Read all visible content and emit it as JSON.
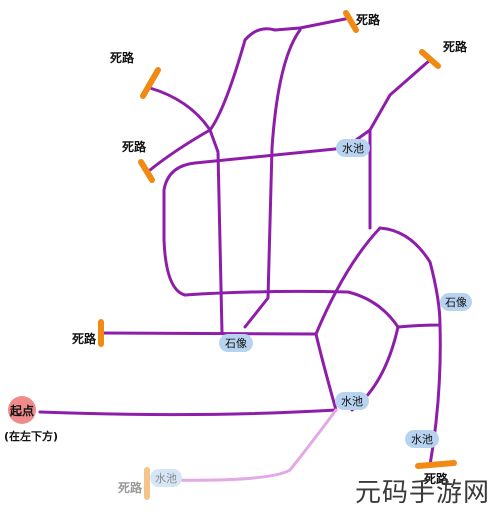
{
  "labels": {
    "dead_end": "死路",
    "pool": "水池",
    "statue": "石像",
    "start": "起点",
    "start_note": "(在左下方)"
  },
  "watermark": "元码手游网",
  "colors": {
    "path": "#8e1ea9",
    "path_faded": "#e3a8e6",
    "dead_end_marker": "#f08a12",
    "water": "#b7d3f0",
    "start": "#f08b8b"
  }
}
